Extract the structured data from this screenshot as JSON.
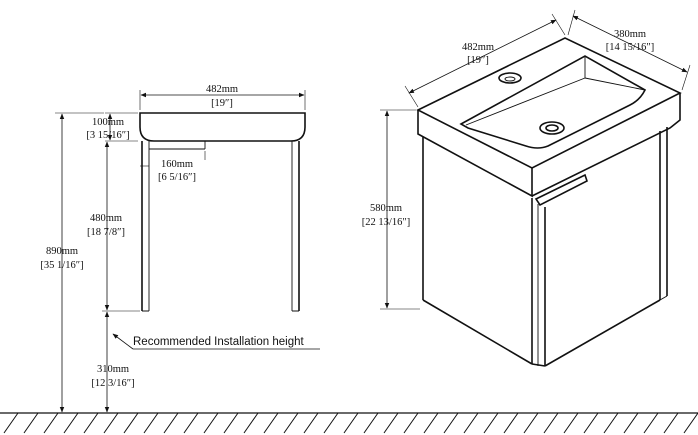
{
  "front": {
    "width_mm": "482mm",
    "width_in": "[19″]",
    "basin_h_mm": "100mm",
    "basin_h_in": "[3 15/16″]",
    "handle_mm": "160mm",
    "handle_in": "[6 5/16″]",
    "cabinet_h_mm": "480mm",
    "cabinet_h_in": "[18 7/8″]",
    "total_h_mm": "890mm",
    "total_h_in": "[35 1/16″]",
    "install_h_mm": "310mm",
    "install_h_in": "[12 3/16″]",
    "install_note": "Recommended Installation height"
  },
  "iso": {
    "width_mm": "482mm",
    "width_in": "[19″]",
    "depth_mm": "380mm",
    "depth_in": "[14 15/16″]",
    "height_mm": "580mm",
    "height_in": "[22 13/16″]"
  }
}
